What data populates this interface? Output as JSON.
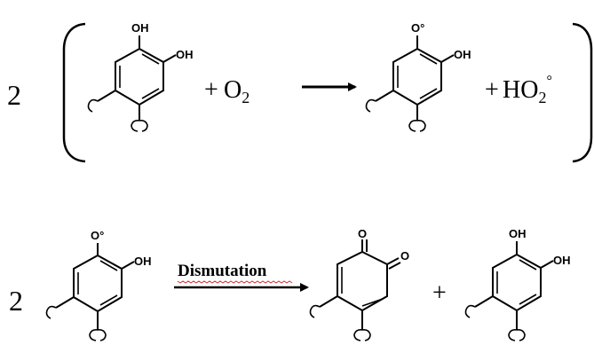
{
  "reaction1": {
    "coefficient": "2",
    "reactant_sub1": "OH",
    "reactant_sub2": "OH",
    "plus1": "+",
    "oxygen_symbol": "O",
    "oxygen_subscript": "2",
    "product_sub1": "O°",
    "product_sub2": "OH",
    "plus2": "+",
    "hydroperoxyl_symbol": "HO",
    "hydroperoxyl_subscript": "2",
    "hydroperoxyl_radical": "°"
  },
  "reaction2": {
    "coefficient": "2",
    "reactant_sub1": "O°",
    "reactant_sub2": "OH",
    "arrow_label": "Dismutation",
    "product1_sub1": "O",
    "product1_sub2": "O",
    "plus": "+",
    "product2_sub1": "OH",
    "product2_sub2": "OH"
  }
}
